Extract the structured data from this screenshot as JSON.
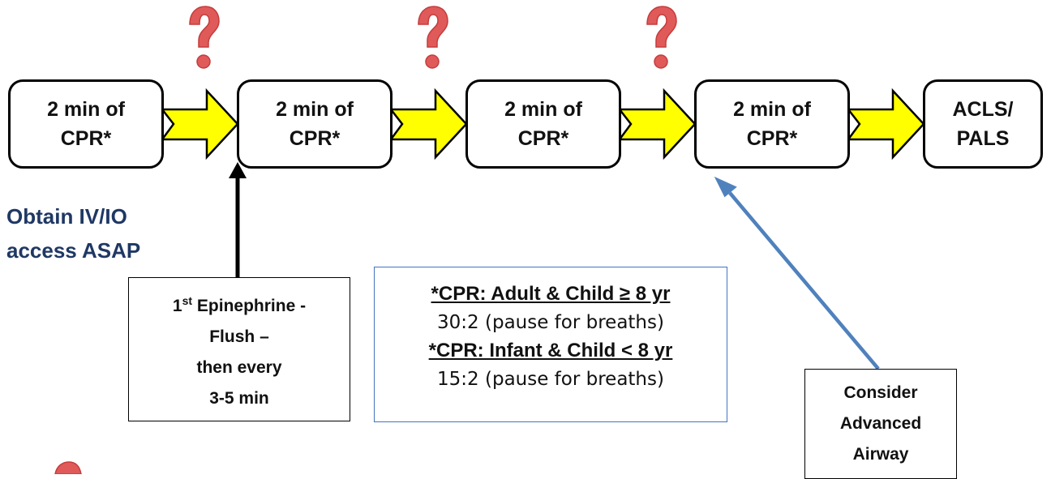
{
  "steps": [
    {
      "label": "2 min of\nCPR*"
    },
    {
      "label": "2 min of\nCPR*"
    },
    {
      "label": "2 min of\nCPR*"
    },
    {
      "label": "2 min of\nCPR*"
    },
    {
      "label": "ACLS/\nPALS"
    }
  ],
  "access_note": {
    "line1": "Obtain IV/IO",
    "line2": "access ASAP"
  },
  "epinephrine_box": {
    "ordinal": "1",
    "superscript": "st",
    "line1_rest": " Epinephrine -",
    "line2": "Flush –",
    "line3": "then every",
    "line4": "3-5 min"
  },
  "cpr_info": {
    "adult_header": "*CPR: Adult & Child ≥ 8 yr",
    "adult_ratio": "30:2 (pause for breaths)",
    "infant_header": "*CPR: Infant & Child < 8 yr",
    "infant_ratio": "15:2 (pause for breaths)"
  },
  "airway_box": {
    "line1": "Consider",
    "line2": "Advanced",
    "line3": "Airway"
  },
  "colors": {
    "flow_arrow_fill": "#ffff00",
    "question_mark": "#e05a5a",
    "airway_arrow": "#4f81bd",
    "info_border": "#4472c4"
  },
  "icons": {
    "question": "question-mark-icon"
  }
}
